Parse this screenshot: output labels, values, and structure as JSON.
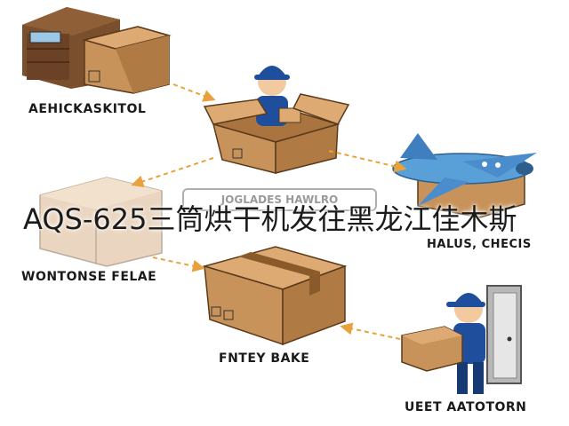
{
  "title": "AQS-625三筒烘干机发往黑龙江佳木斯",
  "labels": {
    "warehouse": "AEHICKASKITOL",
    "packing": "WONTONSE FELAE",
    "entry": "FNTEY BAKE",
    "delivery": "UEET AATOTORN",
    "customs": "HALUS, CHECIS",
    "stamp": "JOGLADES HAWLRO"
  },
  "colors": {
    "box": "#c8935a",
    "box_dark": "#a9743f",
    "tape": "#8a5a2b",
    "arrow": "#e9a23b",
    "uniform": "#1f4f9c",
    "plane": "#5aa0d8"
  }
}
